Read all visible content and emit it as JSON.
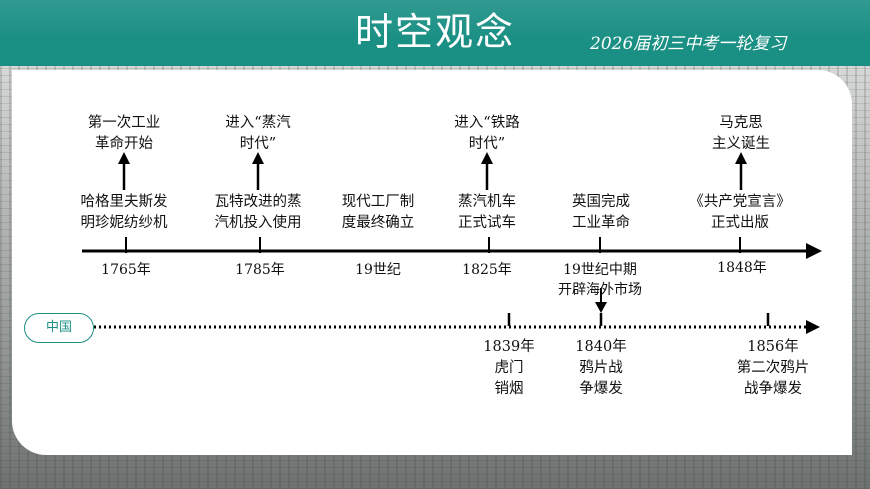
{
  "header": {
    "title": "时空观念",
    "subtitle": "2026届初三中考一轮复习"
  },
  "colors": {
    "accent": "#1a8f84"
  },
  "world": {
    "events": [
      {
        "year": "1765年",
        "event": [
          "哈格里夫斯发",
          "明珍妮纺纱机"
        ],
        "top": [
          "第一次工业",
          "革命开始"
        ]
      },
      {
        "year": "1785年",
        "event": [
          "瓦特改进的蒸",
          "汽机投入使用"
        ],
        "top": [
          "进入“蒸汽",
          "时代”"
        ]
      },
      {
        "year": "19世纪",
        "event": [
          "现代工厂制",
          "度最终确立"
        ]
      },
      {
        "year": "1825年",
        "event": [
          "蒸汽机车",
          "正式试车"
        ],
        "top": [
          "进入“铁路",
          "时代”"
        ]
      },
      {
        "year": "19世纪中期",
        "event": [
          "英国完成",
          "工业革命"
        ],
        "below": "开辟海外市场"
      },
      {
        "year": "1848年",
        "event": [
          "《共产党宣言》",
          "正式出版"
        ],
        "top": [
          "马克思",
          "主义诞生"
        ]
      }
    ]
  },
  "china": {
    "label": "中国",
    "events": [
      {
        "year": "1839年",
        "event": [
          "虎门",
          "销烟"
        ]
      },
      {
        "year": "1840年",
        "event": [
          "鸦片战",
          "争爆发"
        ]
      },
      {
        "year": "1856年",
        "event": [
          "第二次鸦片",
          "战争爆发"
        ]
      }
    ]
  }
}
